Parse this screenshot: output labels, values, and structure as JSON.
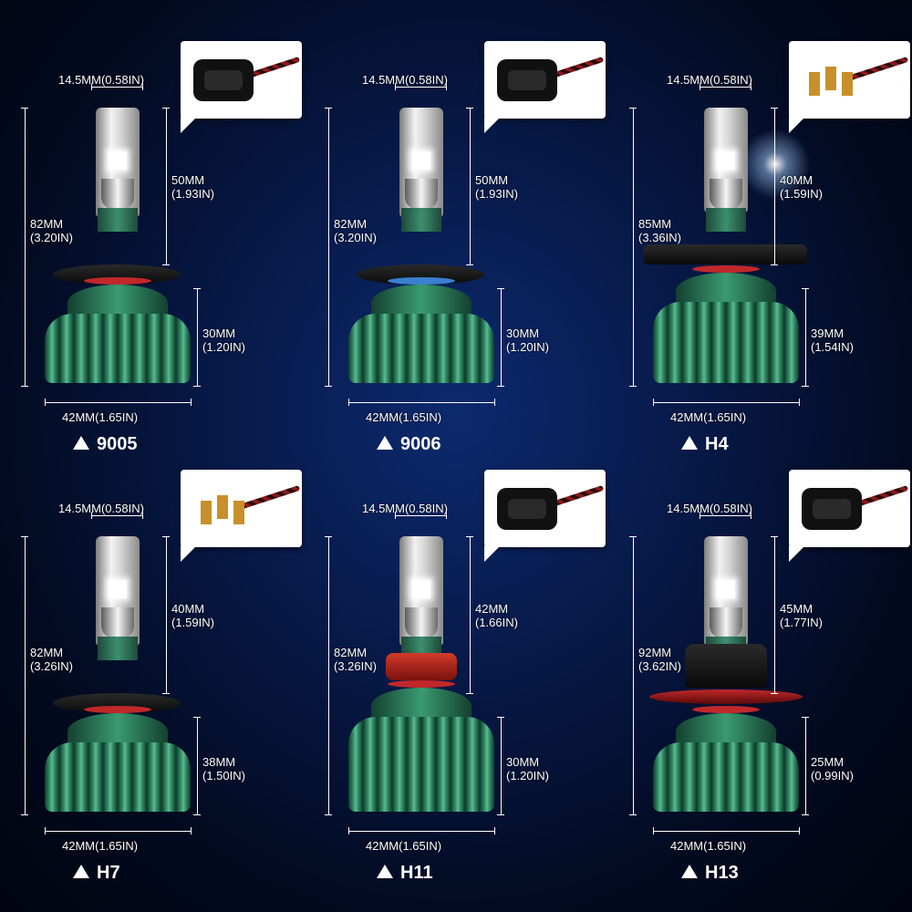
{
  "products": [
    {
      "model": "9005",
      "led_width": "14.5MM(0.58IN)",
      "head_length": "50MM\n(1.93IN)",
      "total_length": "82MM\n(3.20IN)",
      "base_height": "30MM\n(1.20IN)",
      "base_width": "42MM(1.65IN)",
      "ring_color": "#c0282a",
      "connector": "9005-plug-icon"
    },
    {
      "model": "9006",
      "led_width": "14.5MM(0.58IN)",
      "head_length": "50MM\n(1.93IN)",
      "total_length": "82MM\n(3.20IN)",
      "base_height": "30MM\n(1.20IN)",
      "base_width": "42MM(1.65IN)",
      "ring_color": "#3a7fd0",
      "connector": "9006-plug-icon"
    },
    {
      "model": "H4",
      "led_width": "14.5MM(0.58IN)",
      "head_length": "40MM\n(1.59IN)",
      "total_length": "85MM\n(3.36IN)",
      "base_height": "39MM\n(1.54IN)",
      "base_width": "42MM(1.65IN)",
      "ring_color": "#c0282a",
      "connector": "h4-plug-icon"
    },
    {
      "model": "H7",
      "led_width": "14.5MM(0.58IN)",
      "head_length": "40MM\n(1.59IN)",
      "total_length": "82MM\n(3.26IN)",
      "base_height": "38MM\n(1.50IN)",
      "base_width": "42MM(1.65IN)",
      "ring_color": "#c0282a",
      "connector": "h7-plug-icon"
    },
    {
      "model": "H11",
      "led_width": "14.5MM(0.58IN)",
      "head_length": "42MM\n(1.66IN)",
      "total_length": "82MM\n(3.26IN)",
      "base_height": "30MM\n(1.20IN)",
      "base_width": "42MM(1.65IN)",
      "ring_color": "#c0282a",
      "connector": "h11-plug-icon"
    },
    {
      "model": "H13",
      "led_width": "14.5MM(0.58IN)",
      "head_length": "45MM\n(1.77IN)",
      "total_length": "92MM\n(3.62IN)",
      "base_height": "25MM\n(0.99IN)",
      "base_width": "42MM(1.65IN)",
      "ring_color": "#c0282a",
      "connector": "h13-plug-icon"
    }
  ]
}
